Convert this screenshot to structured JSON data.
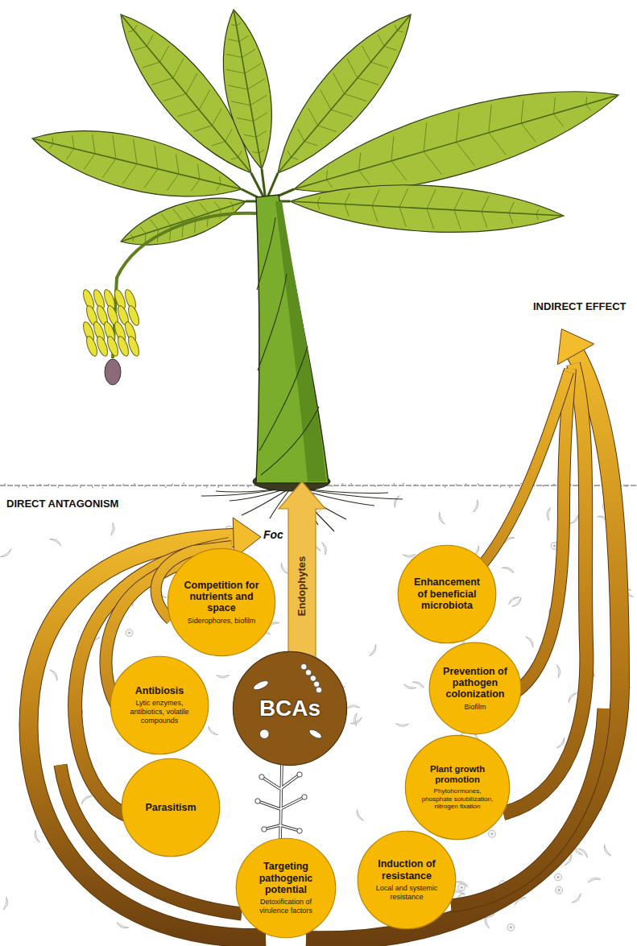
{
  "diagram": {
    "nodes": [
      {
        "text": [
          "Competition for nutrients and space",
          "Siderophores, biofilm"
        ]
      },
      {
        "text": [
          "Antibiosis",
          "Lytic enzymes, antibiotics, volatile compounds"
        ]
      },
      {
        "text": [
          "Parasitism"
        ]
      },
      {
        "text": [
          "Targeting pathogenic potential",
          "Detoxification of virulence factors"
        ]
      },
      {
        "text": [
          "BCAs"
        ]
      },
      {
        "text": [
          "Enhancement of beneficial microbiota"
        ]
      },
      {
        "text": [
          "Prevention of pathogen colonization",
          "Biofilm"
        ]
      },
      {
        "text": [
          "Plant growth promotion",
          "Phytohormones, phosphate solubilization, nitrogen fixation"
        ]
      },
      {
        "text": [
          "Induction of resistance",
          "Local and systemic resistance"
        ]
      }
    ],
    "labels": [
      "DIRECT ANTAGONISM",
      "INDIRECT EFFECT",
      "Foc",
      "Endophytes"
    ]
  }
}
